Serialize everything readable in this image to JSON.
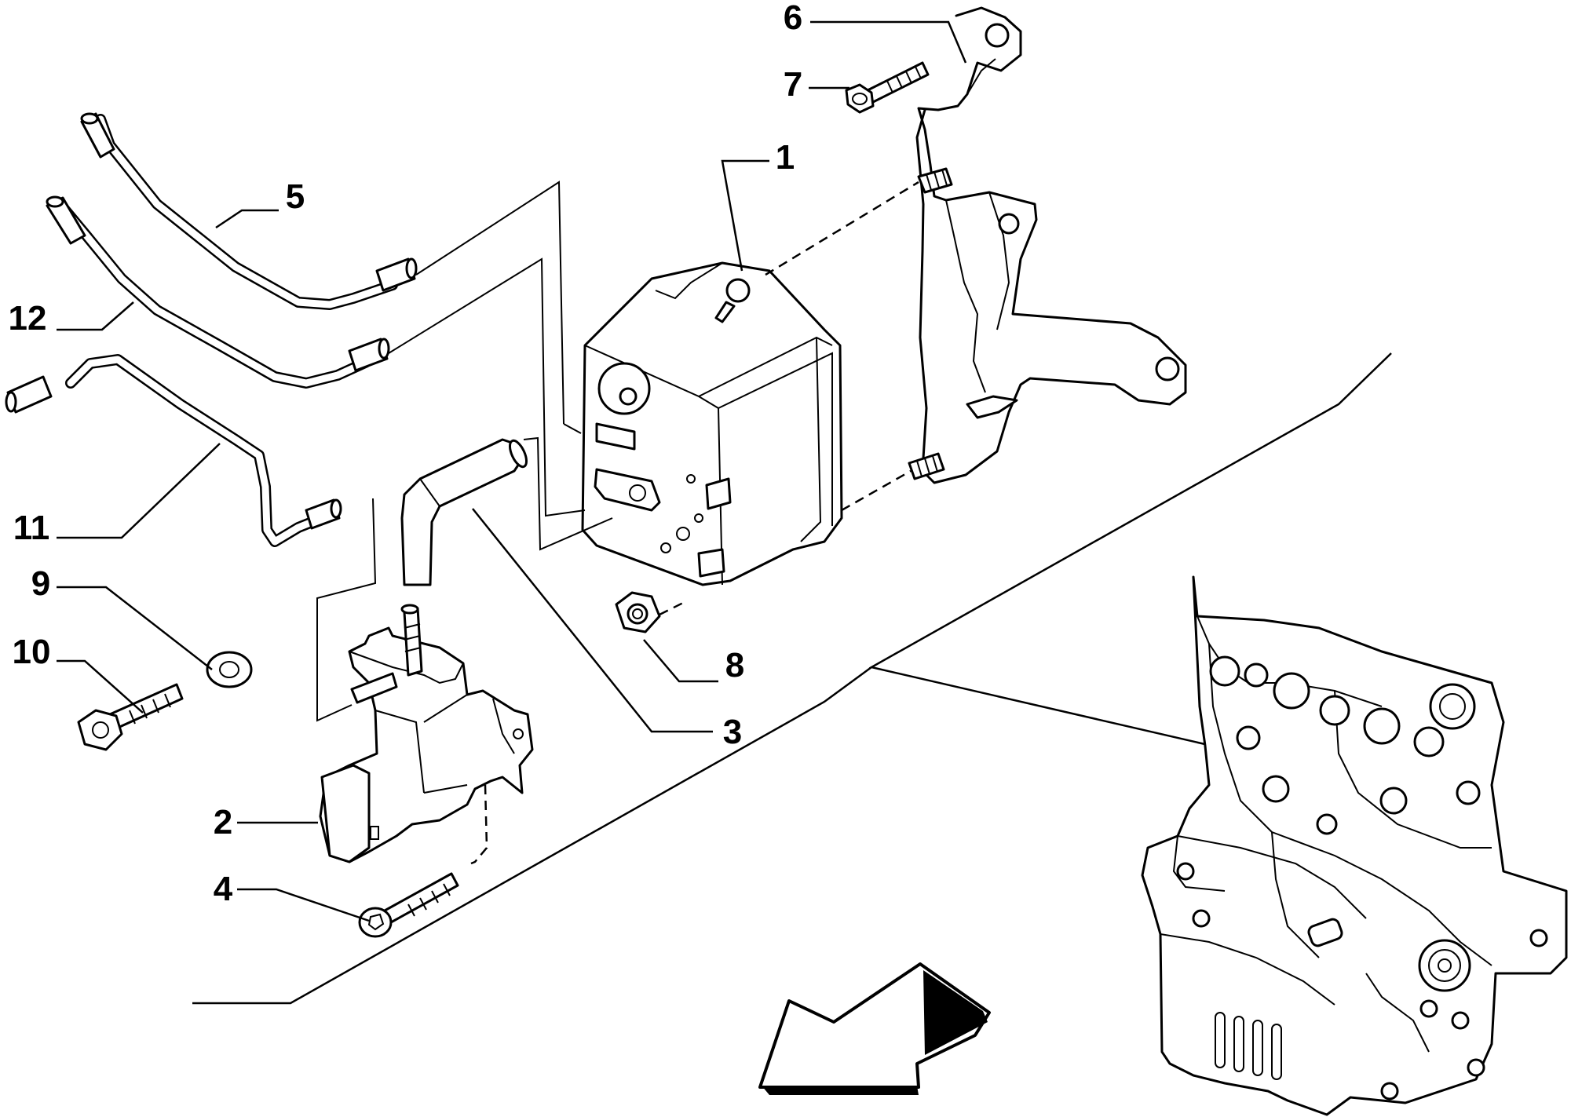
{
  "callouts": [
    {
      "id": "1",
      "label": "1"
    },
    {
      "id": "2",
      "label": "2"
    },
    {
      "id": "3",
      "label": "3"
    },
    {
      "id": "4",
      "label": "4"
    },
    {
      "id": "5",
      "label": "5"
    },
    {
      "id": "6",
      "label": "6"
    },
    {
      "id": "7",
      "label": "7"
    },
    {
      "id": "8",
      "label": "8"
    },
    {
      "id": "9",
      "label": "9"
    },
    {
      "id": "10",
      "label": "10"
    },
    {
      "id": "11",
      "label": "11"
    },
    {
      "id": "12",
      "label": "12"
    }
  ],
  "colors": {
    "line": "#000000",
    "background": "#ffffff"
  },
  "icons": {
    "direction": "arrow-down-left-icon"
  }
}
